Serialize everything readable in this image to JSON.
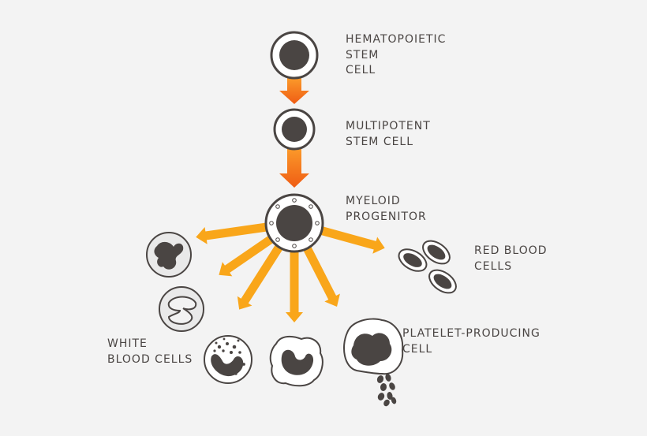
{
  "labels": {
    "hsc": "HEMATOPOIETIC\nSTEM\nCELL",
    "multipotent": "MULTIPOTENT\nSTEM CELL",
    "myeloid": "MYELOID\nPROGENITOR",
    "rbc": "RED BLOOD\nCELLS",
    "wbc": "WHITE\nBLOOD CELLS",
    "platelet": "PLATELET-PRODUCING\nCELL"
  },
  "colors": {
    "background": "#f3f3f3",
    "cell_outline": "#4a4543",
    "nucleus": "#4a4543",
    "cell_fill": "#ffffff",
    "lineage_arrow": "#f07020",
    "differentiation_arrow": "#f8a81a",
    "text": "#4a4543"
  }
}
